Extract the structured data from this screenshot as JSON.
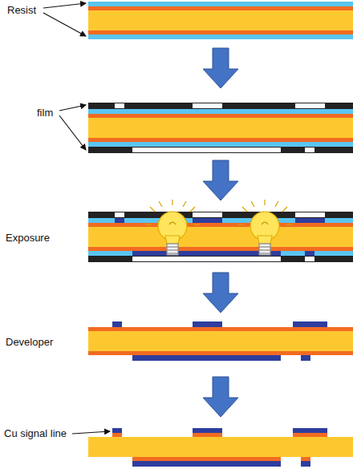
{
  "diagram": {
    "labels": [
      "Resist",
      "film",
      "Exposure",
      "Developer",
      "Cu signal line"
    ]
  }
}
